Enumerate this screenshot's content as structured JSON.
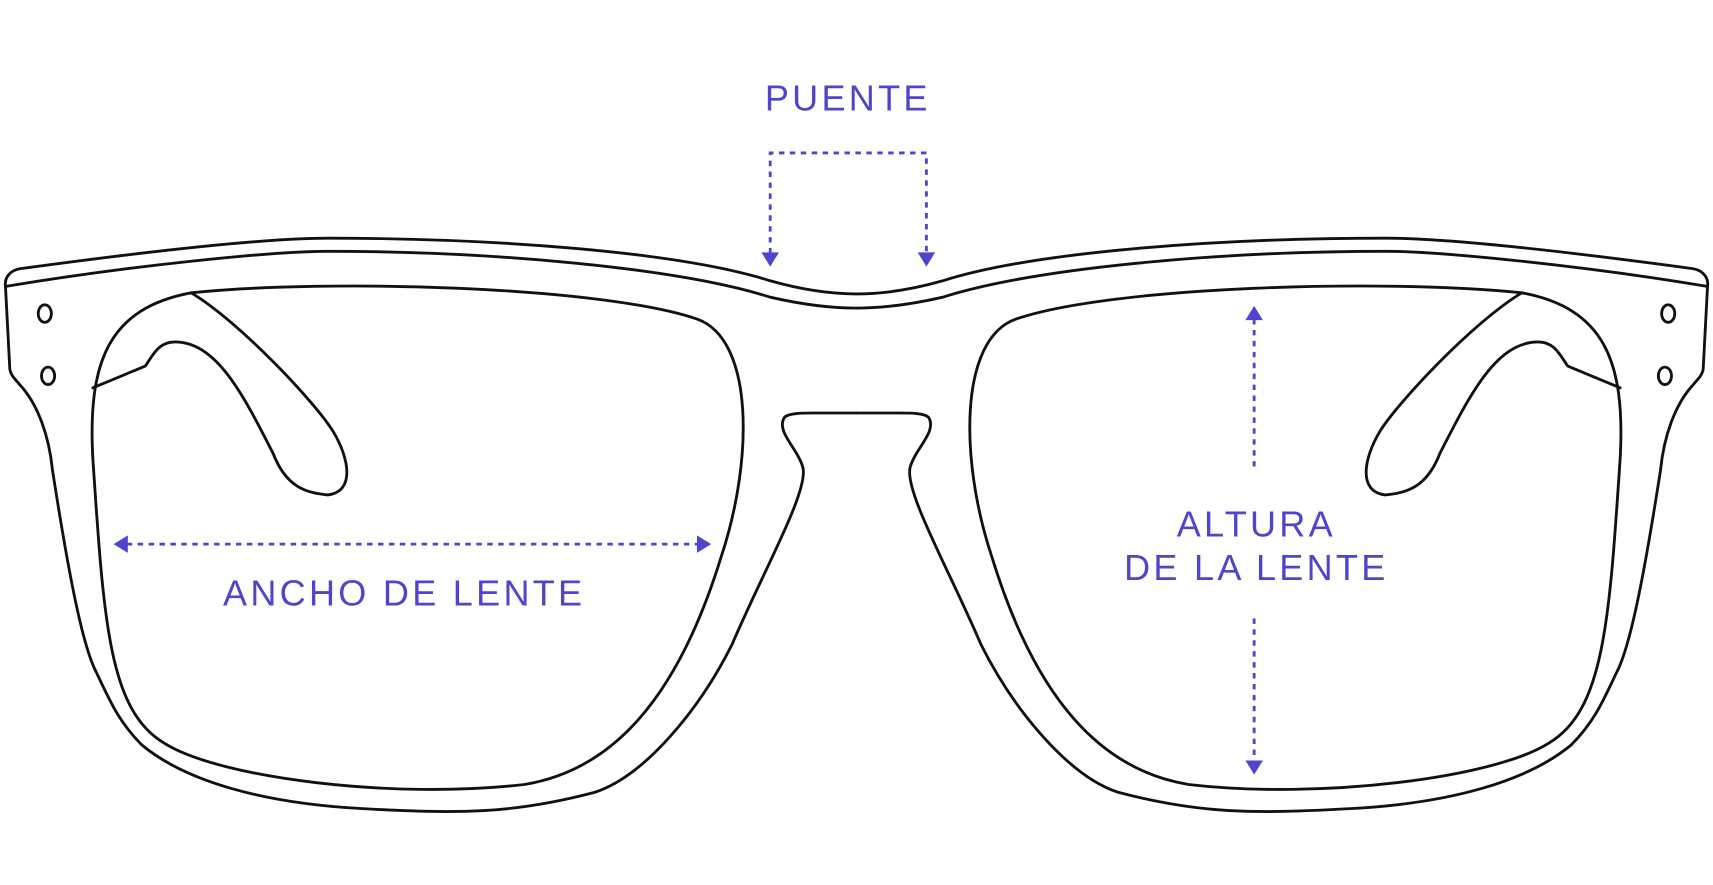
{
  "labels": {
    "bridge": "PUENTE",
    "lens_width": "ANCHO DE LENTE",
    "lens_height_line1": "ALTURA",
    "lens_height_line2": "DE LA LENTE"
  },
  "colors": {
    "accent": "#4f45cc",
    "outline": "#111111"
  }
}
